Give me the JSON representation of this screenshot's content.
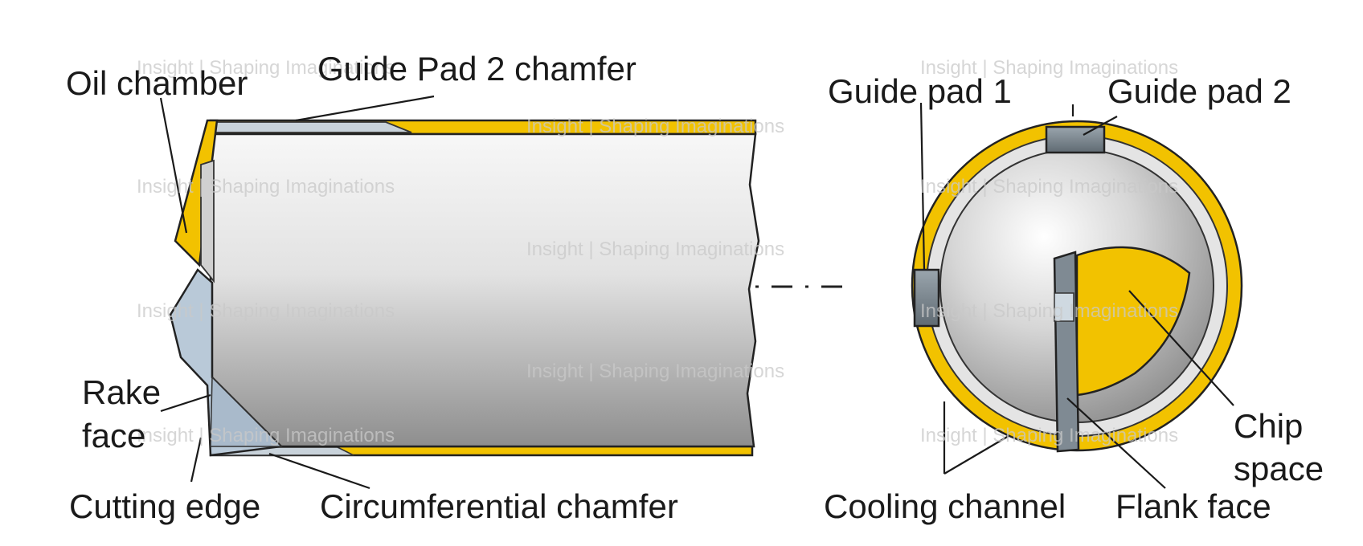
{
  "diagram": {
    "labels": {
      "oil_chamber": "Oil chamber",
      "guide_pad_2_chamfer": "Guide Pad 2 chamfer",
      "rake_face_line1": "Rake",
      "rake_face_line2": "face",
      "cutting_edge": "Cutting edge",
      "circumferential_chamfer": "Circumferential chamfer",
      "guide_pad_1": "Guide pad 1",
      "guide_pad_2": "Guide pad 2",
      "chip_space_line1": "Chip",
      "chip_space_line2": "space",
      "cooling_channel": "Cooling channel",
      "flank_face": "Flank face"
    },
    "watermark": "Insight | Shaping Imaginations",
    "colors": {
      "yellow": "#f2c200",
      "steel_light": "#f4f4f4",
      "steel_dark": "#9a9a9a",
      "blade_blue": "#b9c9d8",
      "pad_gray": "#7f8a93"
    }
  }
}
